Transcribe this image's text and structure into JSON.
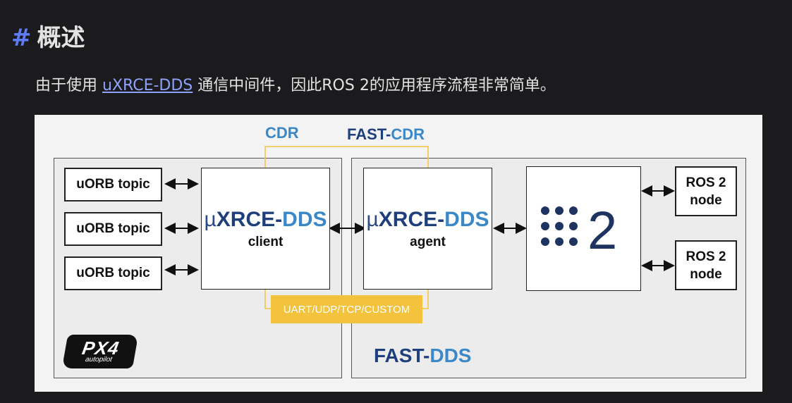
{
  "heading": {
    "hash": "#",
    "title": "概述"
  },
  "intro": {
    "before": "由于使用 ",
    "link": "uXRCE-DDS",
    "after": " 通信中间件，因此ROS 2的应用程序流程非常简单。"
  },
  "diagram": {
    "topics": [
      "uORB topic",
      "uORB topic",
      "uORB topic"
    ],
    "client": {
      "mu": "µ",
      "xrce": "XRCE",
      "dash": "-",
      "dds": "DDS",
      "sub": "client"
    },
    "agent": {
      "mu": "µ",
      "xrce": "XRCE",
      "dash": "-",
      "dds": "DDS",
      "sub": "agent"
    },
    "cdr": "CDR",
    "fast_cdr": {
      "fast": "FAST-",
      "cdr": "CDR"
    },
    "transport": "UART/UDP/TCP/CUSTOM",
    "fast_dds": {
      "fast": "FAST-",
      "dds": "DDS"
    },
    "ros_nodes": [
      {
        "line1": "ROS 2",
        "line2": "node"
      },
      {
        "line1": "ROS 2",
        "line2": "node"
      }
    ],
    "ros2_logo": {
      "numeral": "2"
    },
    "px4_logo": {
      "big": "PX4",
      "small": "autopilot"
    },
    "colors": {
      "dark_blue": "#1f3e7c",
      "light_blue": "#3a88c8",
      "yellow": "#f3c33d"
    }
  }
}
